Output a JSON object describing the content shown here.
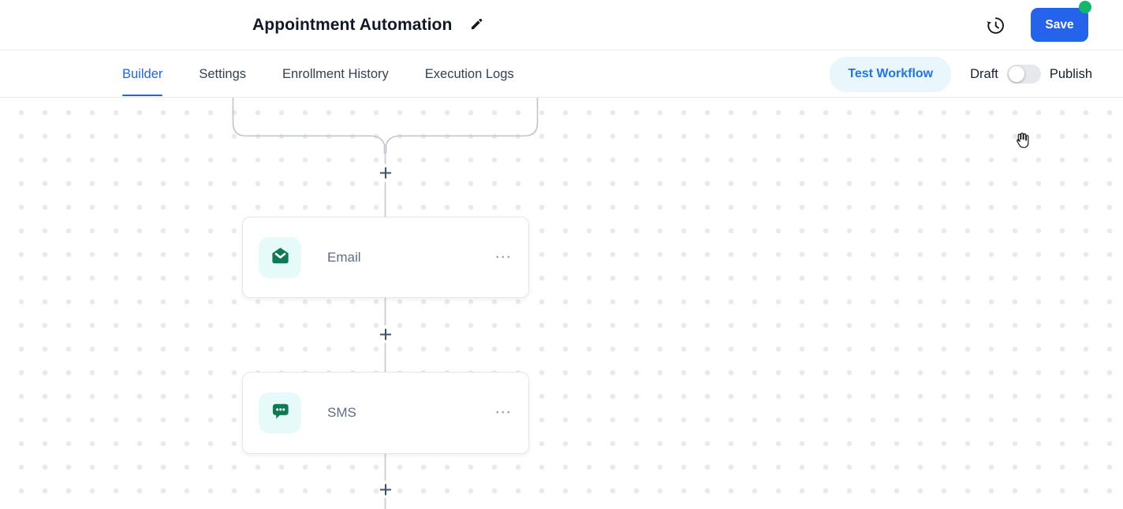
{
  "header": {
    "title": "Appointment Automation",
    "save_label": "Save",
    "has_unsaved_changes_dot": true
  },
  "tabs": {
    "active": "Builder",
    "items": [
      {
        "label": "Builder"
      },
      {
        "label": "Settings"
      },
      {
        "label": "Enrollment History"
      },
      {
        "label": "Execution Logs"
      }
    ]
  },
  "workflow_bar": {
    "test_workflow_label": "Test Workflow",
    "draft_label": "Draft",
    "publish_label": "Publish",
    "publish_toggle_state": "off"
  },
  "canvas": {
    "add_step_symbol": "+",
    "node_menu_symbol": "•••",
    "nodes": [
      {
        "label": "Email",
        "icon": "email-envelope-icon"
      },
      {
        "label": "SMS",
        "icon": "sms-bubble-icon"
      }
    ]
  },
  "colors": {
    "accent_blue": "#2563eb",
    "save_button_bg": "#2563eb",
    "unsaved_dot_green": "#12b76a",
    "node_icon_green": "#0d7a55",
    "node_icon_bg": "#e6fbf9",
    "test_workflow_bg": "#e9f7fd",
    "connector_gray": "#c5cad2"
  }
}
